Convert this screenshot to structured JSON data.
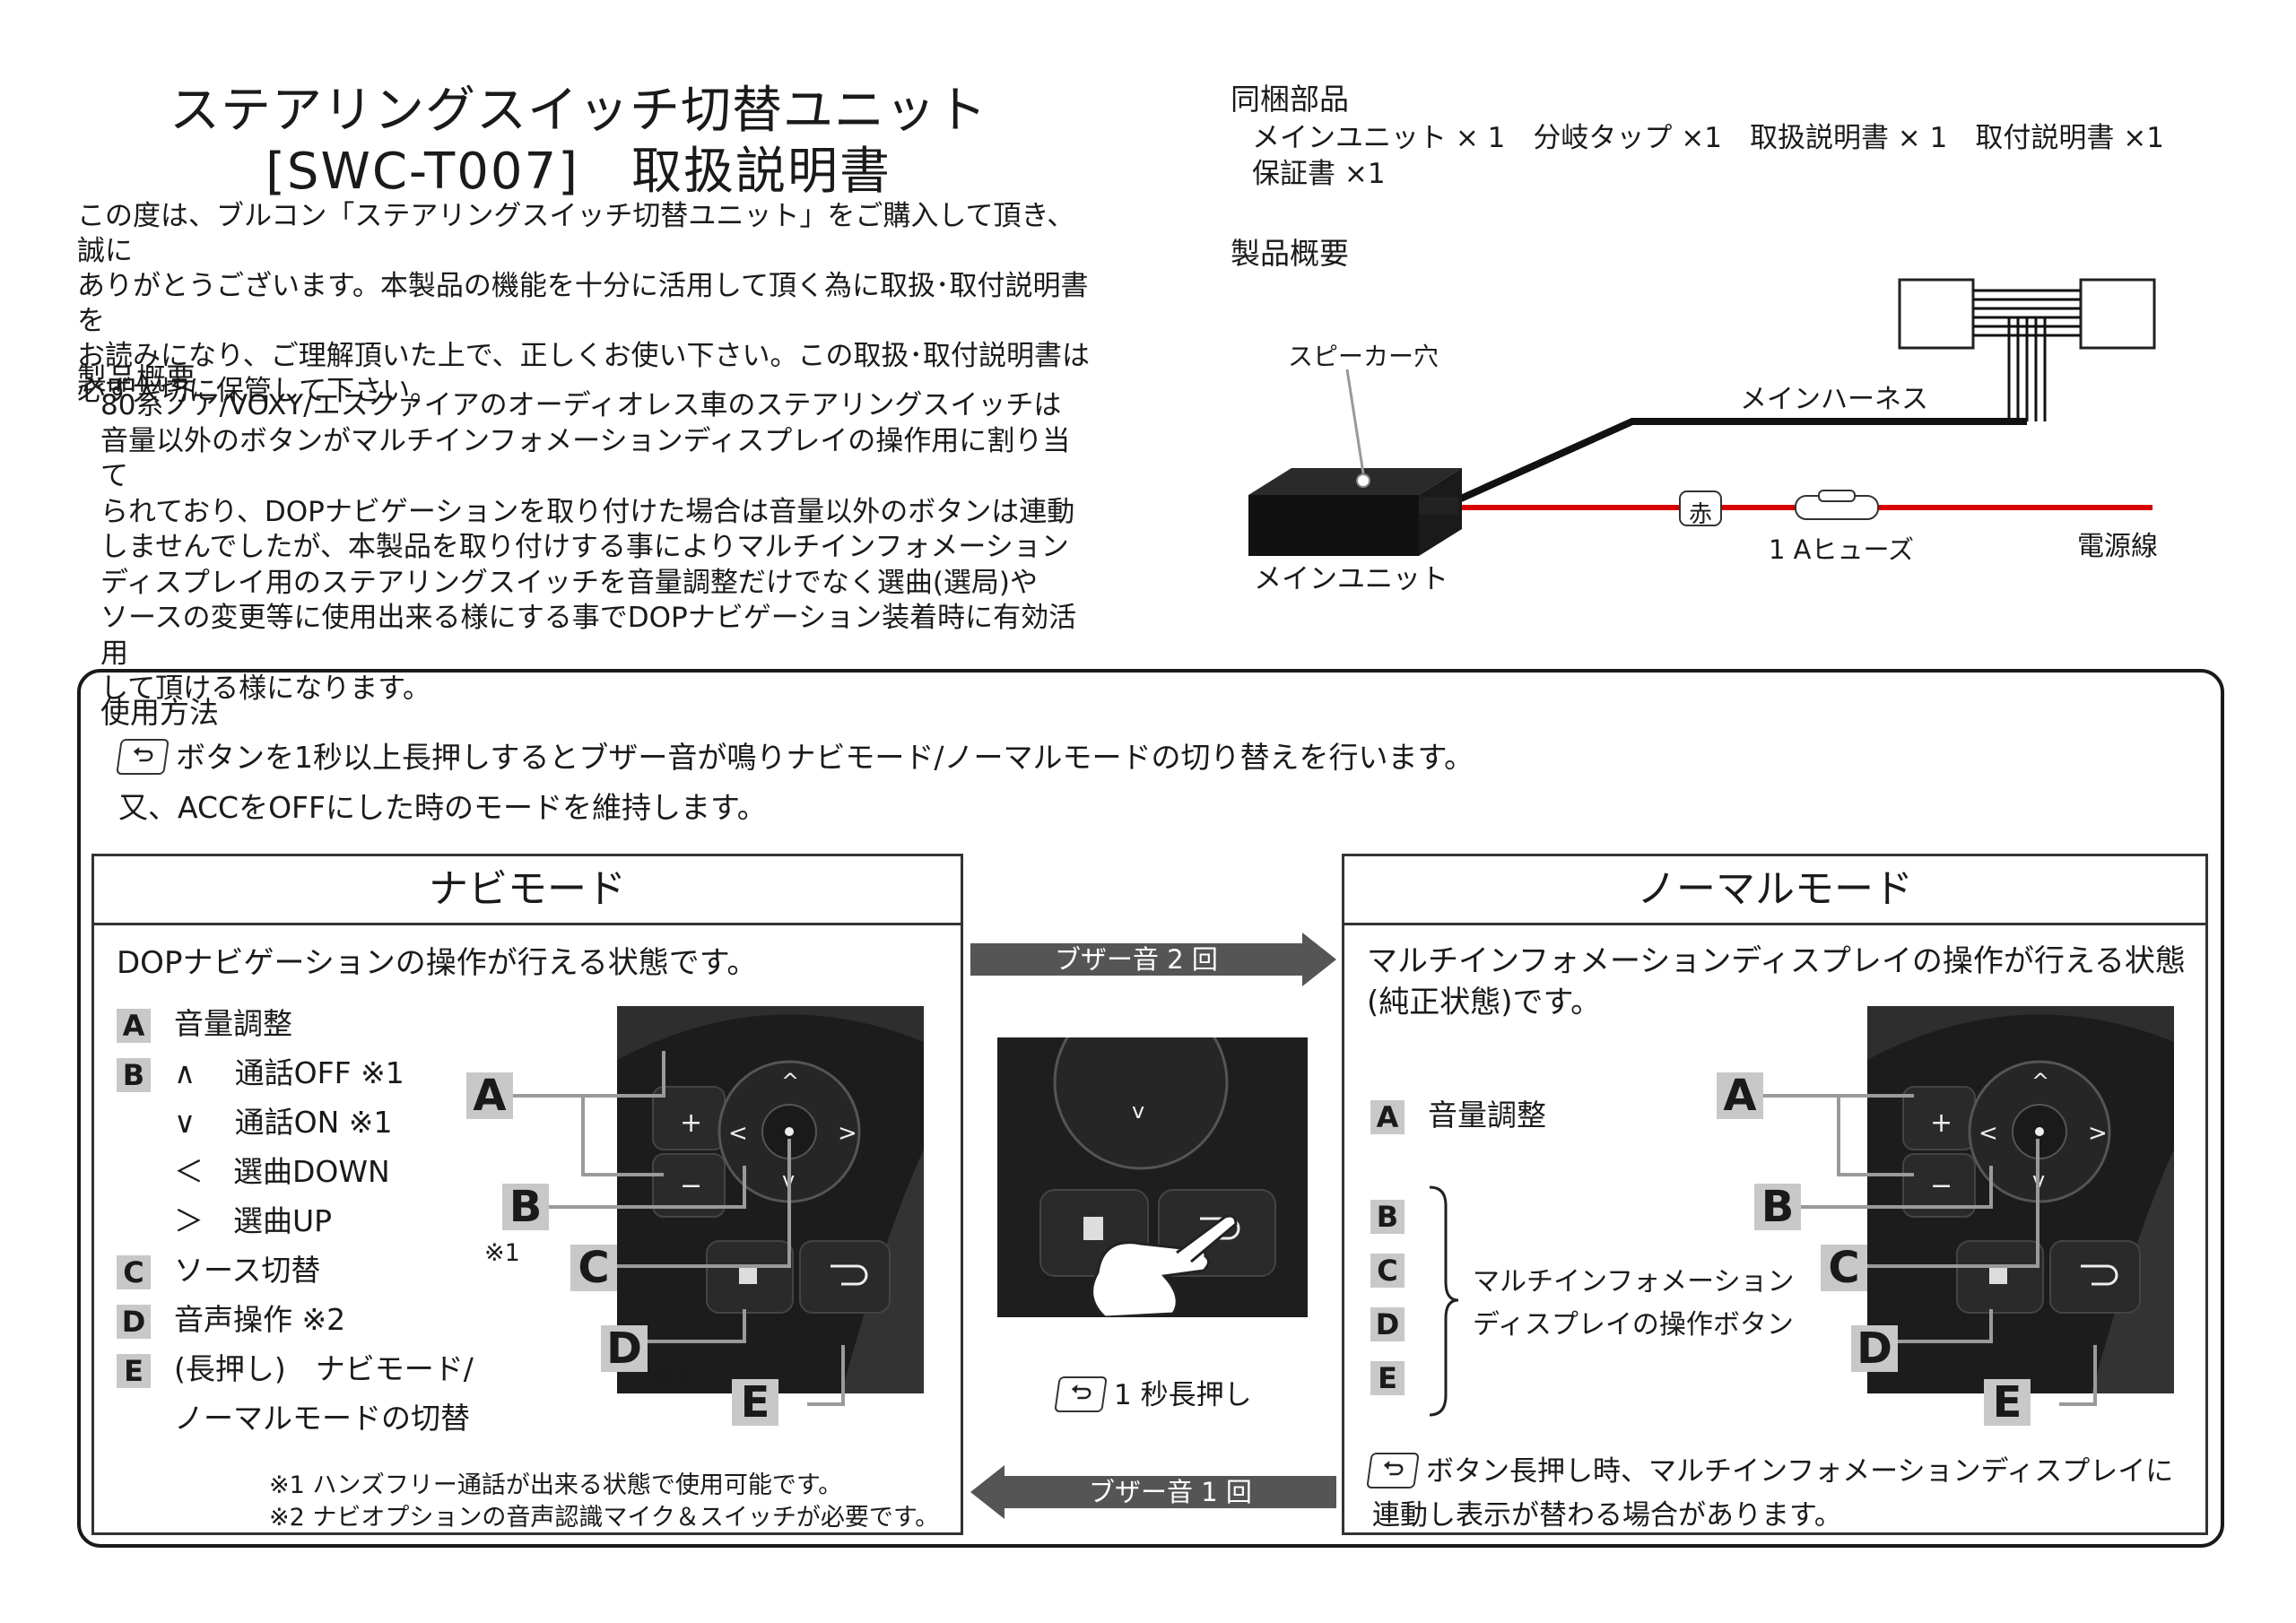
{
  "title": {
    "line1": "ステアリングスイッチ切替ユニット",
    "line2": "[SWC-T007]　取扱説明書"
  },
  "intro": [
    "この度は、ブルコン「ステアリングスイッチ切替ユニット」をご購入して頂き、誠に",
    "ありがとうございます。本製品の機能を十分に活用して頂く為に取扱･取付説明書を",
    "お読みになり、ご理解頂いた上で、正しくお使い下さい。この取扱･取付説明書は",
    "必ず大切に保管して下さい。"
  ],
  "overview": {
    "heading": "製品概要",
    "lines": [
      "80系ノア/VOXY/エスクァイアのオーディオレス車のステアリングスイッチは",
      "音量以外のボタンがマルチインフォメーションディスプレイの操作用に割り当て",
      "られており、DOPナビゲーションを取り付けた場合は音量以外のボタンは連動",
      "しませんでしたが、本製品を取り付けする事によりマルチインフォメーション",
      "ディスプレイ用のステアリングスイッチを音量調整だけでなく選曲(選局)や",
      "ソースの変更等に使用出来る様にする事でDOPナビゲーション装着時に有効活用",
      "して頂ける様になります。"
    ]
  },
  "included": {
    "heading": "同梱部品",
    "line1": "メインユニット × 1　分岐タップ ×1　取扱説明書 × 1　取付説明書 ×1",
    "line2": "保証書 ×1"
  },
  "diagram": {
    "heading": "製品概要",
    "speaker_hole": "スピーカー穴",
    "main_harness": "メインハーネス",
    "red_label": "赤",
    "fuse": "1 Aヒューズ",
    "power_wire": "電源線",
    "main_unit": "メインユニット"
  },
  "usage": {
    "heading": "使用方法",
    "line1": "ボタンを1秒以上長押しするとブザー音が鳴りナビモード/ノーマルモードの切り替えを行います。",
    "line2": "又、ACCをOFFにした時のモードを維持します。"
  },
  "navi": {
    "title": "ナビモード",
    "desc": "DOPナビゲーションの操作が行える状態です。",
    "items": [
      {
        "key": "A",
        "text": "音量調整"
      },
      {
        "key": "B",
        "text": "∧　 通話OFF ※1"
      },
      {
        "key": "",
        "text": "∨　 通話ON ※1"
      },
      {
        "key": "",
        "text": "＜　選曲DOWN"
      },
      {
        "key": "",
        "text": "＞　選曲UP"
      },
      {
        "key": "C",
        "text": "ソース切替"
      },
      {
        "key": "D",
        "text": "音声操作 ※2"
      },
      {
        "key": "E",
        "text": "(長押し)　ナビモード/"
      },
      {
        "key": "",
        "text": "ノーマルモードの切替"
      }
    ],
    "note1_mark": "※1",
    "note2_mark": "※2",
    "footnote1": "※1 ハンズフリー通話が出来る状態で使用可能です。",
    "footnote2": "※2 ナビオプションの音声認識マイク＆スイッチが必要です。"
  },
  "center": {
    "buzzer2": "ブザー音 2 回",
    "buzzer1": "ブザー音 1 回",
    "long_press": "1 秒長押し"
  },
  "normal": {
    "title": "ノーマルモード",
    "desc1": "マルチインフォメーションディスプレイの操作が行える状態",
    "desc2": "(純正状態)です。",
    "item_a": "音量調整",
    "group_text1": "マルチインフォメーション",
    "group_text2": "ディスプレイの操作ボタン",
    "note1": "ボタン長押し時、マルチインフォメーションディスプレイに",
    "note2": "連動し表示が替わる場合があります。"
  },
  "callouts": {
    "a": "A",
    "b": "B",
    "c": "C",
    "d": "D",
    "e": "E"
  }
}
